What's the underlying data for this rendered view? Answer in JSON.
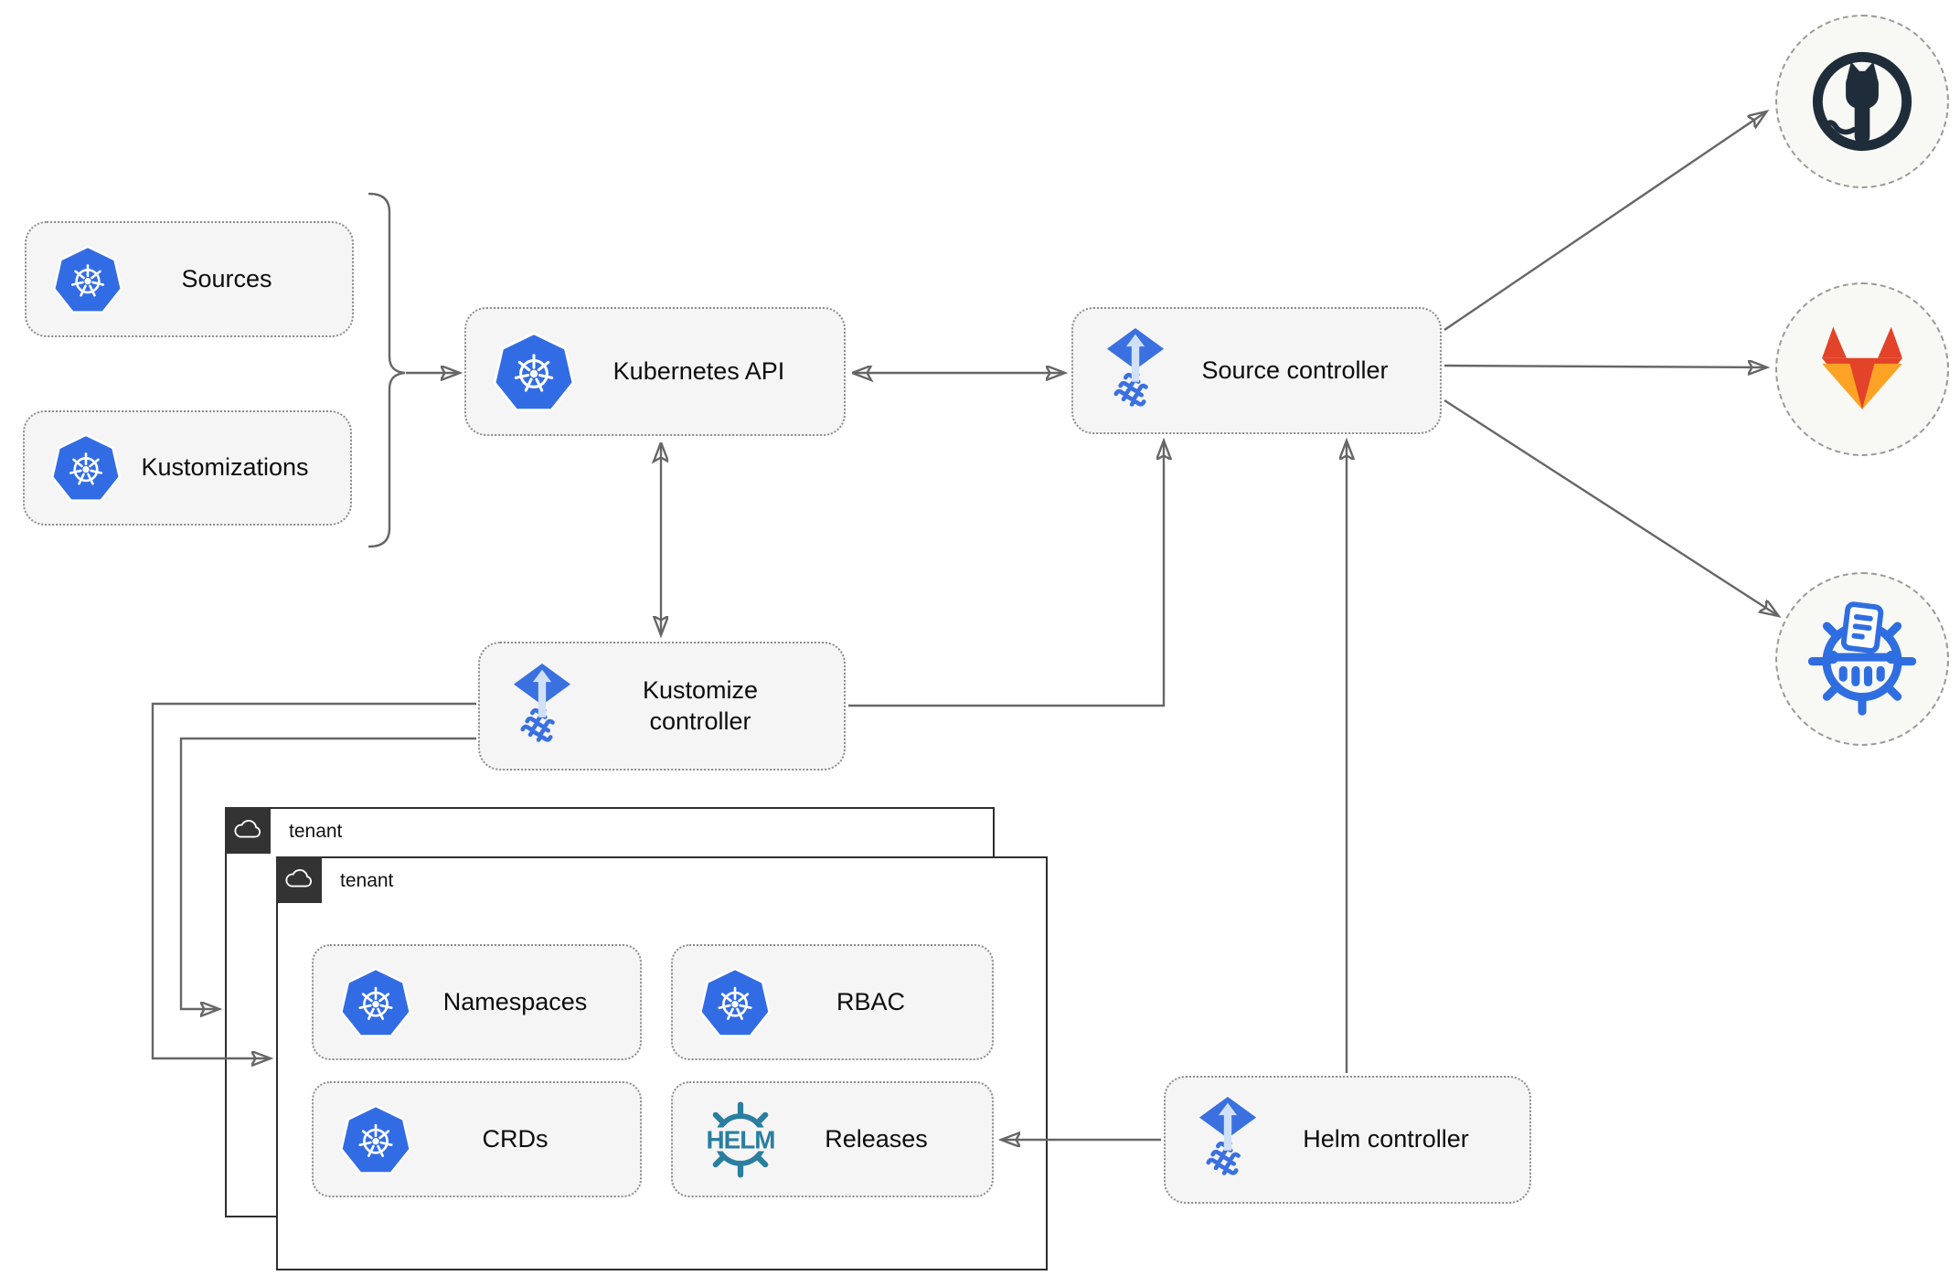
{
  "nodes": {
    "sources": {
      "label": "Sources",
      "icon": "kubernetes-icon"
    },
    "kustomizations": {
      "label": "Kustomizations",
      "icon": "kubernetes-icon"
    },
    "kubernetes_api": {
      "label": "Kubernetes API",
      "icon": "kubernetes-icon"
    },
    "source_controller": {
      "label": "Source controller",
      "icon": "flux-icon"
    },
    "kustomize_controller": {
      "label": "Kustomize controller",
      "icon": "flux-icon"
    },
    "helm_controller": {
      "label": "Helm controller",
      "icon": "flux-icon"
    },
    "namespaces": {
      "label": "Namespaces",
      "icon": "kubernetes-icon"
    },
    "rbac": {
      "label": "RBAC",
      "icon": "kubernetes-icon"
    },
    "crds": {
      "label": "CRDs",
      "icon": "kubernetes-icon"
    },
    "releases": {
      "label": "Releases",
      "icon": "helm-icon"
    }
  },
  "tenants": {
    "back": {
      "label": "tenant",
      "icon": "cloud-icon"
    },
    "front": {
      "label": "tenant",
      "icon": "cloud-icon"
    }
  },
  "external_targets": [
    {
      "name": "github",
      "icon": "github-octocat-icon"
    },
    {
      "name": "gitlab",
      "icon": "gitlab-tanuki-icon"
    },
    {
      "name": "chartmuseum",
      "icon": "chartmuseum-icon"
    }
  ],
  "edges": [
    {
      "from": "sources+kustomizations",
      "to": "kubernetes-api",
      "style": "arrow"
    },
    {
      "from": "kubernetes-api",
      "to": "source-controller",
      "style": "double-arrow"
    },
    {
      "from": "kubernetes-api",
      "to": "kustomize-controller",
      "style": "double-arrow"
    },
    {
      "from": "kustomize-controller",
      "to": "source-controller",
      "style": "arrow"
    },
    {
      "from": "helm-controller",
      "to": "source-controller",
      "style": "arrow"
    },
    {
      "from": "helm-controller",
      "to": "releases",
      "style": "arrow"
    },
    {
      "from": "kustomize-controller",
      "to": "tenant-front",
      "style": "arrow"
    },
    {
      "from": "kustomize-controller",
      "to": "tenant-back",
      "style": "arrow"
    },
    {
      "from": "source-controller",
      "to": "github",
      "style": "arrow"
    },
    {
      "from": "source-controller",
      "to": "gitlab",
      "style": "arrow"
    },
    {
      "from": "source-controller",
      "to": "chartmuseum",
      "style": "arrow"
    }
  ],
  "colors": {
    "kubernetes_blue": "#326ce5",
    "flux_blue": "#3a70e0",
    "flux_light_arrow": "#cfe0f7",
    "helm_teal": "#2a7e9f",
    "github_dark": "#1f2d3a",
    "gitlab_red": "#e24329",
    "gitlab_orange": "#fca326",
    "chartmuseum_blue": "#2f6ee0",
    "arrow_gray": "#666666",
    "node_fill": "#f5f5f5",
    "tenant_badge": "#333333"
  }
}
